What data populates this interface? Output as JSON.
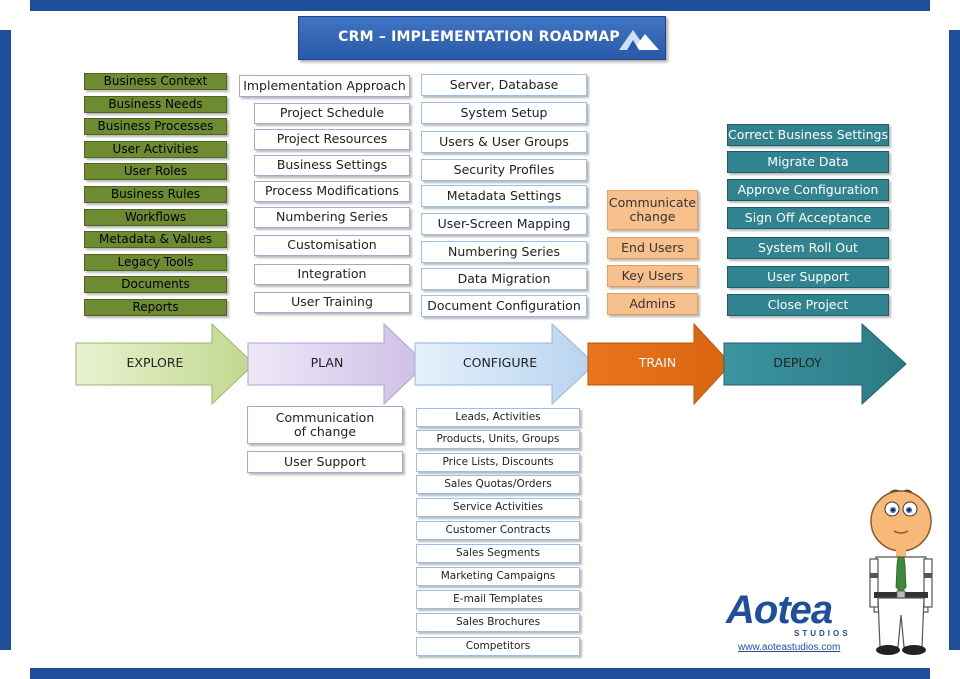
{
  "title": "CRM – IMPLEMENTATION ROADMAP",
  "colors": {
    "frame": "#1f4e9c",
    "explore": "#6f8b32",
    "plan": "#ddd2ef",
    "configure": "#cfe1f5",
    "train": "#e07118",
    "deploy": "#31848f"
  },
  "phases": [
    "EXPLORE",
    "PLAN",
    "CONFIGURE",
    "TRAIN",
    "DEPLOY"
  ],
  "explore_items": [
    "Business Context",
    "Business Needs",
    "Business Processes",
    "User Activities",
    "User Roles",
    "Business Rules",
    "Workflows",
    "Metadata & Values",
    "Legacy Tools",
    "Documents",
    "Reports"
  ],
  "plan_items": [
    "Implementation Approach",
    "Project Schedule",
    "Project Resources",
    "Business Settings",
    "Process Modifications",
    "Numbering Series",
    "Customisation",
    "Integration",
    "User Training"
  ],
  "plan_below": [
    "Communication\nof change",
    "User Support"
  ],
  "configure_items": [
    "Server, Database",
    "System Setup",
    "Users & User Groups",
    "Security Profiles",
    "Metadata Settings",
    "User-Screen Mapping",
    "Numbering Series",
    "Data Migration",
    "Document Configuration"
  ],
  "configure_below": [
    "Leads, Activities",
    "Products, Units, Groups",
    "Price Lists, Discounts",
    "Sales Quotas/Orders",
    "Service Activities",
    "Customer Contracts",
    "Sales Segments",
    "Marketing Campaigns",
    "E-mail Templates",
    "Sales Brochures",
    "Competitors"
  ],
  "train_items": [
    "Communicate\nchange",
    "End Users",
    "Key Users",
    "Admins"
  ],
  "deploy_items": [
    "Correct Business Settings",
    "Migrate Data",
    "Approve Configuration",
    "Sign Off Acceptance",
    "System Roll Out",
    "User Support",
    "Close Project"
  ],
  "logo": {
    "name": "Aotea",
    "subtitle": "STUDIOS",
    "url": "www.aoteastudios.com"
  }
}
